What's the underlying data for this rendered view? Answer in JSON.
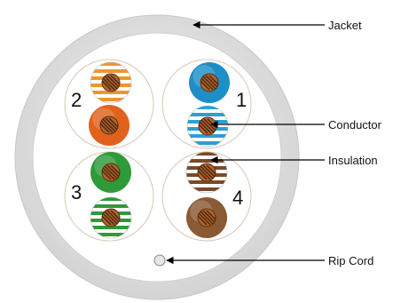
{
  "callouts": {
    "jacket": "Jacket",
    "conductor": "Conductor",
    "insulation": "Insulation",
    "rip_cord": "Rip Cord"
  },
  "pairs": [
    {
      "number": "1",
      "solid_color": "#1e8fc6",
      "stripe_color": "#2a9fd6"
    },
    {
      "number": "2",
      "solid_color": "#e0621c",
      "stripe_color": "#f0952e"
    },
    {
      "number": "3",
      "solid_color": "#2e9a3a",
      "stripe_color": "#2e9a3a"
    },
    {
      "number": "4",
      "solid_color": "#8a5a34",
      "stripe_color": "#7a4a2a"
    }
  ],
  "colors": {
    "jacket": "#e6e6e6",
    "conductor": "#b0652c",
    "leader_line": "#000000"
  }
}
